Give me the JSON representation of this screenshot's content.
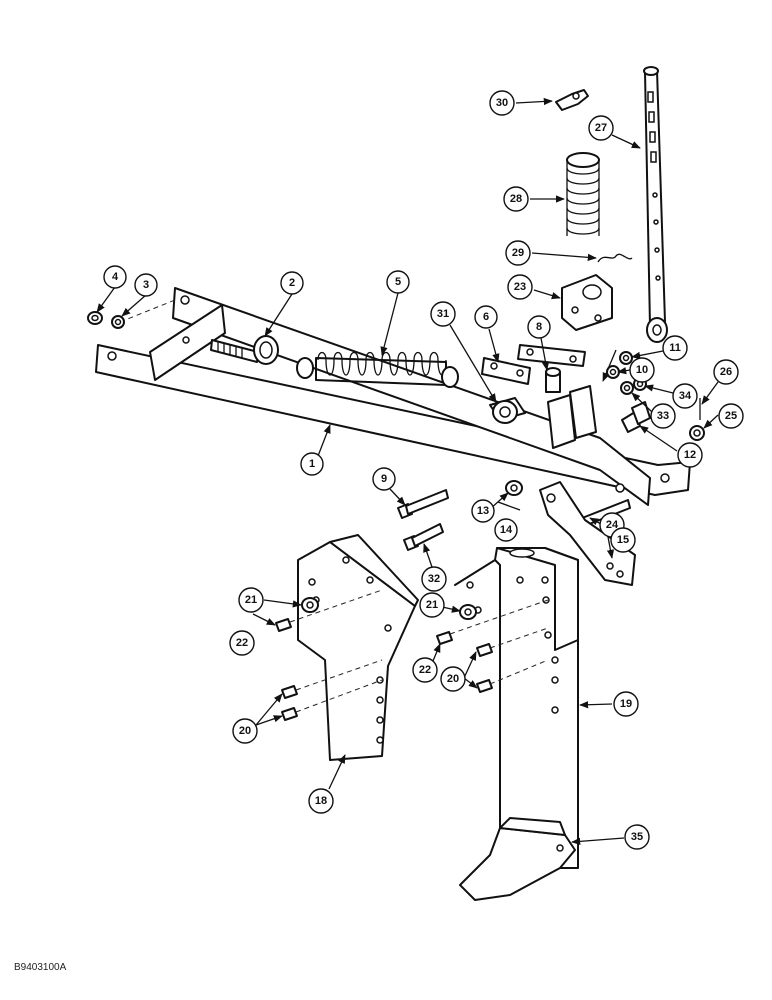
{
  "figure_code": "B9403100A",
  "callouts": [
    "30",
    "27",
    "28",
    "29",
    "23",
    "4",
    "3",
    "2",
    "5",
    "31",
    "6",
    "8",
    "11",
    "10",
    "26",
    "34",
    "33",
    "25",
    "12",
    "1",
    "9",
    "13",
    "14",
    "24",
    "15",
    "32",
    "21",
    "22",
    "20",
    "19",
    "18",
    "35"
  ],
  "colors": {
    "ink": "#111111",
    "background": "#ffffff"
  }
}
